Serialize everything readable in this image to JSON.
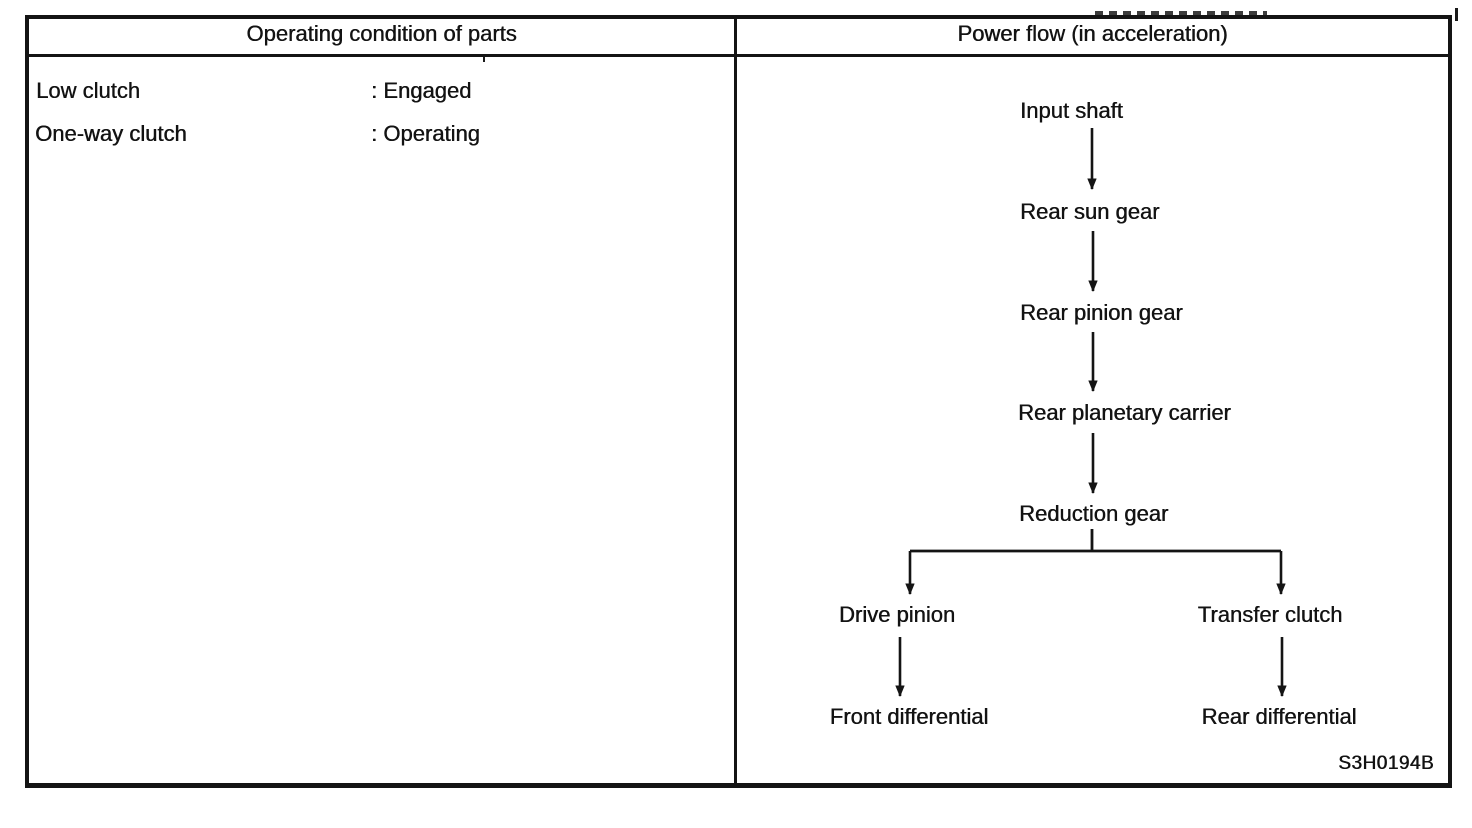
{
  "table": {
    "left_header": "Operating condition of parts",
    "right_header": "Power flow (in acceleration)",
    "figure_id": "S3H0194B"
  },
  "conditions": [
    {
      "part": "Low clutch",
      "state": ": Engaged"
    },
    {
      "part": "One-way clutch",
      "state": ": Operating"
    }
  ],
  "flow": {
    "nodes": [
      {
        "id": "input-shaft",
        "label": "Input shaft"
      },
      {
        "id": "rear-sun-gear",
        "label": "Rear sun gear"
      },
      {
        "id": "rear-pinion-gear",
        "label": "Rear pinion gear"
      },
      {
        "id": "rear-planetary-carrier",
        "label": "Rear planetary carrier"
      },
      {
        "id": "reduction-gear",
        "label": "Reduction gear"
      },
      {
        "id": "drive-pinion",
        "label": "Drive pinion"
      },
      {
        "id": "transfer-clutch",
        "label": "Transfer clutch"
      },
      {
        "id": "front-differential",
        "label": "Front differential"
      },
      {
        "id": "rear-differential",
        "label": "Rear differential"
      }
    ],
    "edges": [
      [
        "Input shaft",
        "Rear sun gear"
      ],
      [
        "Rear sun gear",
        "Rear pinion gear"
      ],
      [
        "Rear pinion gear",
        "Rear planetary carrier"
      ],
      [
        "Rear planetary carrier",
        "Reduction gear"
      ],
      [
        "Reduction gear",
        "Drive pinion"
      ],
      [
        "Reduction gear",
        "Transfer clutch"
      ],
      [
        "Drive pinion",
        "Front differential"
      ],
      [
        "Transfer clutch",
        "Rear differential"
      ]
    ]
  }
}
